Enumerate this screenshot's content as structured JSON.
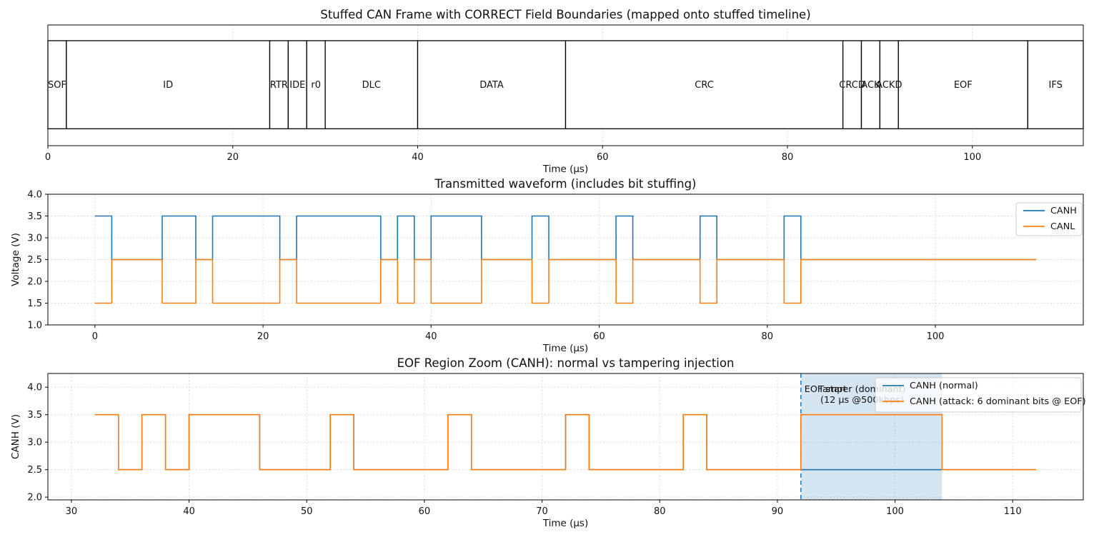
{
  "figure": {
    "background": "#ffffff",
    "accent_blue": "#1f77b4",
    "accent_orange": "#ff7f0e",
    "tamper_shade_color": "rgba(31,119,180,0.19)"
  },
  "chart_data": [
    {
      "type": "timeline-fields",
      "title": "Stuffed CAN Frame with CORRECT Field Boundaries (mapped onto stuffed timeline)",
      "xlabel": "Time (µs)",
      "xlim": [
        0,
        112
      ],
      "xticks": [
        "0",
        "20",
        "40",
        "60",
        "80",
        "100"
      ],
      "grid": "x-only",
      "band": {
        "y0": 0.14,
        "y1": 0.87
      },
      "fields": [
        {
          "label": "SOF",
          "start": 0,
          "end": 2
        },
        {
          "label": "ID",
          "start": 2,
          "end": 24
        },
        {
          "label": "RTR",
          "start": 24,
          "end": 26
        },
        {
          "label": "IDE",
          "start": 26,
          "end": 28
        },
        {
          "label": "r0",
          "start": 28,
          "end": 30
        },
        {
          "label": "DLC",
          "start": 30,
          "end": 40
        },
        {
          "label": "DATA",
          "start": 40,
          "end": 56
        },
        {
          "label": "CRC",
          "start": 56,
          "end": 86
        },
        {
          "label": "CRCD",
          "start": 86,
          "end": 88
        },
        {
          "label": "ACK",
          "start": 88,
          "end": 90
        },
        {
          "label": "ACKD",
          "start": 90,
          "end": 92
        },
        {
          "label": "EOF",
          "start": 92,
          "end": 106
        },
        {
          "label": "IFS",
          "start": 106,
          "end": 112
        }
      ]
    },
    {
      "type": "line",
      "subtype": "step",
      "title": "Transmitted waveform (includes bit stuffing)",
      "xlabel": "Time (µs)",
      "ylabel": "Voltage (V)",
      "xlim": [
        -5.6,
        117.6
      ],
      "ylim": [
        1.0,
        4.0
      ],
      "xticks": [
        "0",
        "20",
        "40",
        "60",
        "80",
        "100"
      ],
      "yticks": [
        "1.0",
        "1.5",
        "2.0",
        "2.5",
        "3.0",
        "3.5",
        "4.0"
      ],
      "grid": true,
      "bit_time_us": 2,
      "t_range": [
        0,
        112
      ],
      "dominant_intervals": [
        [
          0,
          2
        ],
        [
          8,
          12
        ],
        [
          14,
          22
        ],
        [
          24,
          34
        ],
        [
          36,
          38
        ],
        [
          40,
          46
        ],
        [
          52,
          54
        ],
        [
          62,
          64
        ],
        [
          72,
          74
        ],
        [
          82,
          84
        ]
      ],
      "series": [
        {
          "name": "CANH",
          "color": "#1f77b4",
          "level_dominant": 3.5,
          "level_recessive": 2.5
        },
        {
          "name": "CANL",
          "color": "#ff7f0e",
          "level_dominant": 1.5,
          "level_recessive": 2.5
        }
      ],
      "legend": {
        "position": "upper right",
        "entries": [
          {
            "label": "CANH",
            "color": "#1f77b4"
          },
          {
            "label": "CANL",
            "color": "#ff7f0e"
          }
        ]
      }
    },
    {
      "type": "line",
      "subtype": "step",
      "title": "EOF Region Zoom (CANH): normal vs tampering injection",
      "xlabel": "Time (µs)",
      "ylabel": "CANH (V)",
      "xlim": [
        28,
        116
      ],
      "ylim": [
        1.95,
        4.25
      ],
      "xticks": [
        "30",
        "40",
        "50",
        "60",
        "70",
        "80",
        "90",
        "100",
        "110"
      ],
      "yticks": [
        "2.0",
        "2.5",
        "3.0",
        "3.5",
        "4.0"
      ],
      "grid": true,
      "t_range": [
        32,
        112
      ],
      "series": [
        {
          "name": "CANH (normal)",
          "color": "#1f77b4",
          "level_dominant": 3.5,
          "level_recessive": 2.5,
          "dominant_intervals": [
            [
              32,
              34
            ],
            [
              36,
              38
            ],
            [
              40,
              46
            ],
            [
              52,
              54
            ],
            [
              62,
              64
            ],
            [
              72,
              74
            ],
            [
              82,
              84
            ]
          ]
        },
        {
          "name": "CANH (attack)",
          "color": "#ff7f0e",
          "level_dominant": 3.5,
          "level_recessive": 2.5,
          "dominant_intervals": [
            [
              32,
              34
            ],
            [
              36,
              38
            ],
            [
              40,
              46
            ],
            [
              52,
              54
            ],
            [
              62,
              64
            ],
            [
              72,
              74
            ],
            [
              82,
              84
            ],
            [
              92,
              104
            ]
          ]
        }
      ],
      "tamper_window": {
        "start": 92,
        "end": 104
      },
      "eof_marker": {
        "x": 92,
        "style": "dashed",
        "color": "#1f77b4"
      },
      "annotations": [
        {
          "text": "EOF start",
          "x": 92.3,
          "align": "left",
          "line": 1
        },
        {
          "text": "Tamper (dominant)",
          "x": 97.2,
          "align": "center",
          "line": 1
        },
        {
          "text": "(12 µs @500kbps)",
          "x": 97.2,
          "align": "center",
          "line": 2
        }
      ],
      "legend": {
        "position": "upper right",
        "entries": [
          {
            "label": "CANH (normal)",
            "color": "#1f77b4"
          },
          {
            "label": "CANH (attack: 6 dominant bits @ EOF)",
            "color": "#ff7f0e"
          }
        ]
      }
    }
  ]
}
